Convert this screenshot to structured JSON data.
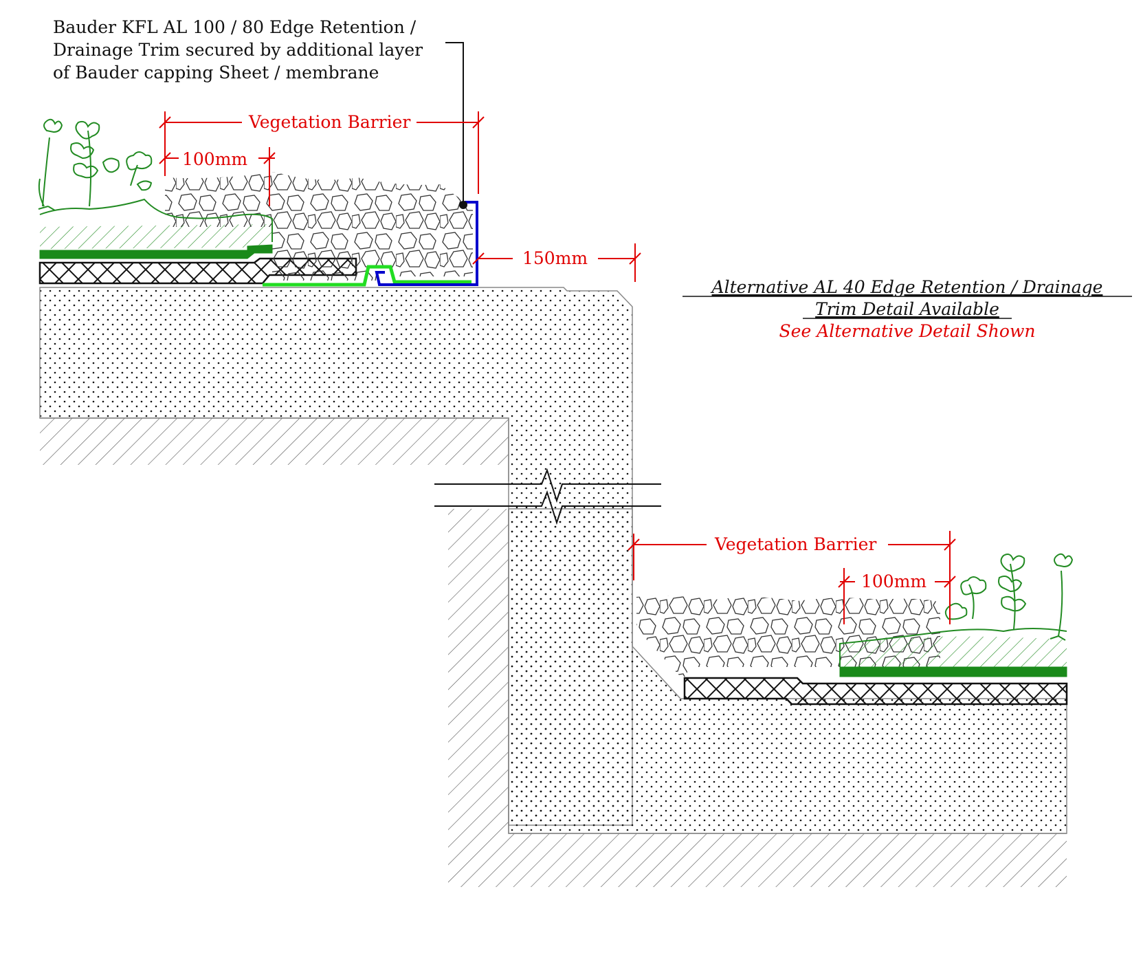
{
  "callout": {
    "lines": [
      "Bauder KFL AL 100 / 80 Edge Retention /",
      "Drainage Trim secured by additional layer",
      "of Bauder capping Sheet / membrane"
    ]
  },
  "upper_detail": {
    "vegetation_barrier_label": "Vegetation Barrier",
    "dim_100_label": "100mm",
    "dim_150_label": "150mm"
  },
  "lower_detail": {
    "vegetation_barrier_label": "Vegetation Barrier",
    "dim_100_label": "100mm"
  },
  "alternative_note": {
    "line1": "Alternative AL 40 Edge Retention / Drainage",
    "line2": "Trim Detail Available",
    "line3": "See Alternative Detail Shown"
  },
  "colors": {
    "dimension": "#e00000",
    "vegetation": "#228b22",
    "green_layer": "#1a8a1a",
    "drainage_membrane": "#22dd22",
    "edge_trim": "#0000cc",
    "hatch": "#555555"
  }
}
